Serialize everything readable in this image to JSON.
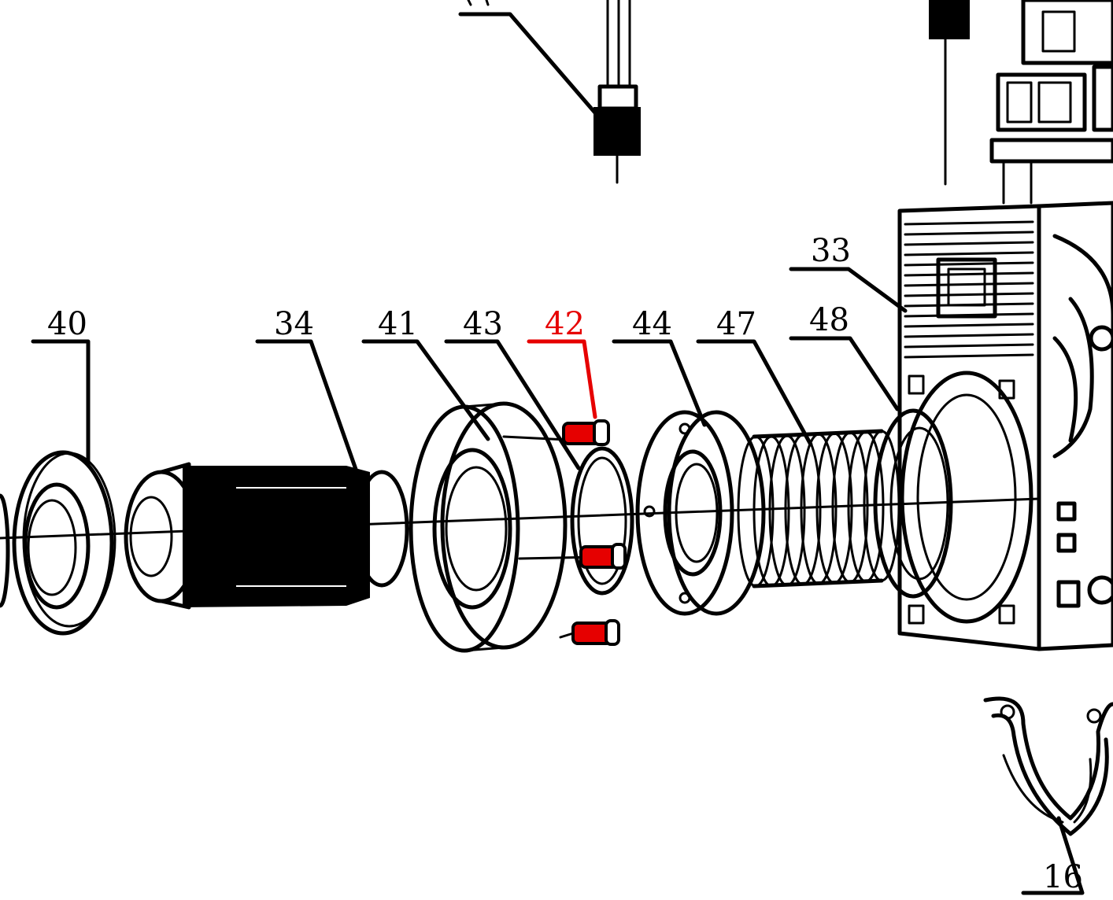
{
  "diagram": {
    "highlight_color": "#e60000",
    "line_color": "#000000",
    "callouts": [
      {
        "id": "c40",
        "label": "40",
        "highlight": false
      },
      {
        "id": "c34",
        "label": "34",
        "highlight": false
      },
      {
        "id": "c41",
        "label": "41",
        "highlight": false
      },
      {
        "id": "c43",
        "label": "43",
        "highlight": false
      },
      {
        "id": "c42",
        "label": "42",
        "highlight": true
      },
      {
        "id": "c44",
        "label": "44",
        "highlight": false
      },
      {
        "id": "c47",
        "label": "47",
        "highlight": false
      },
      {
        "id": "c48",
        "label": "48",
        "highlight": false
      },
      {
        "id": "c33",
        "label": "33",
        "highlight": false
      },
      {
        "id": "c16",
        "label": "16",
        "highlight": false
      }
    ]
  }
}
